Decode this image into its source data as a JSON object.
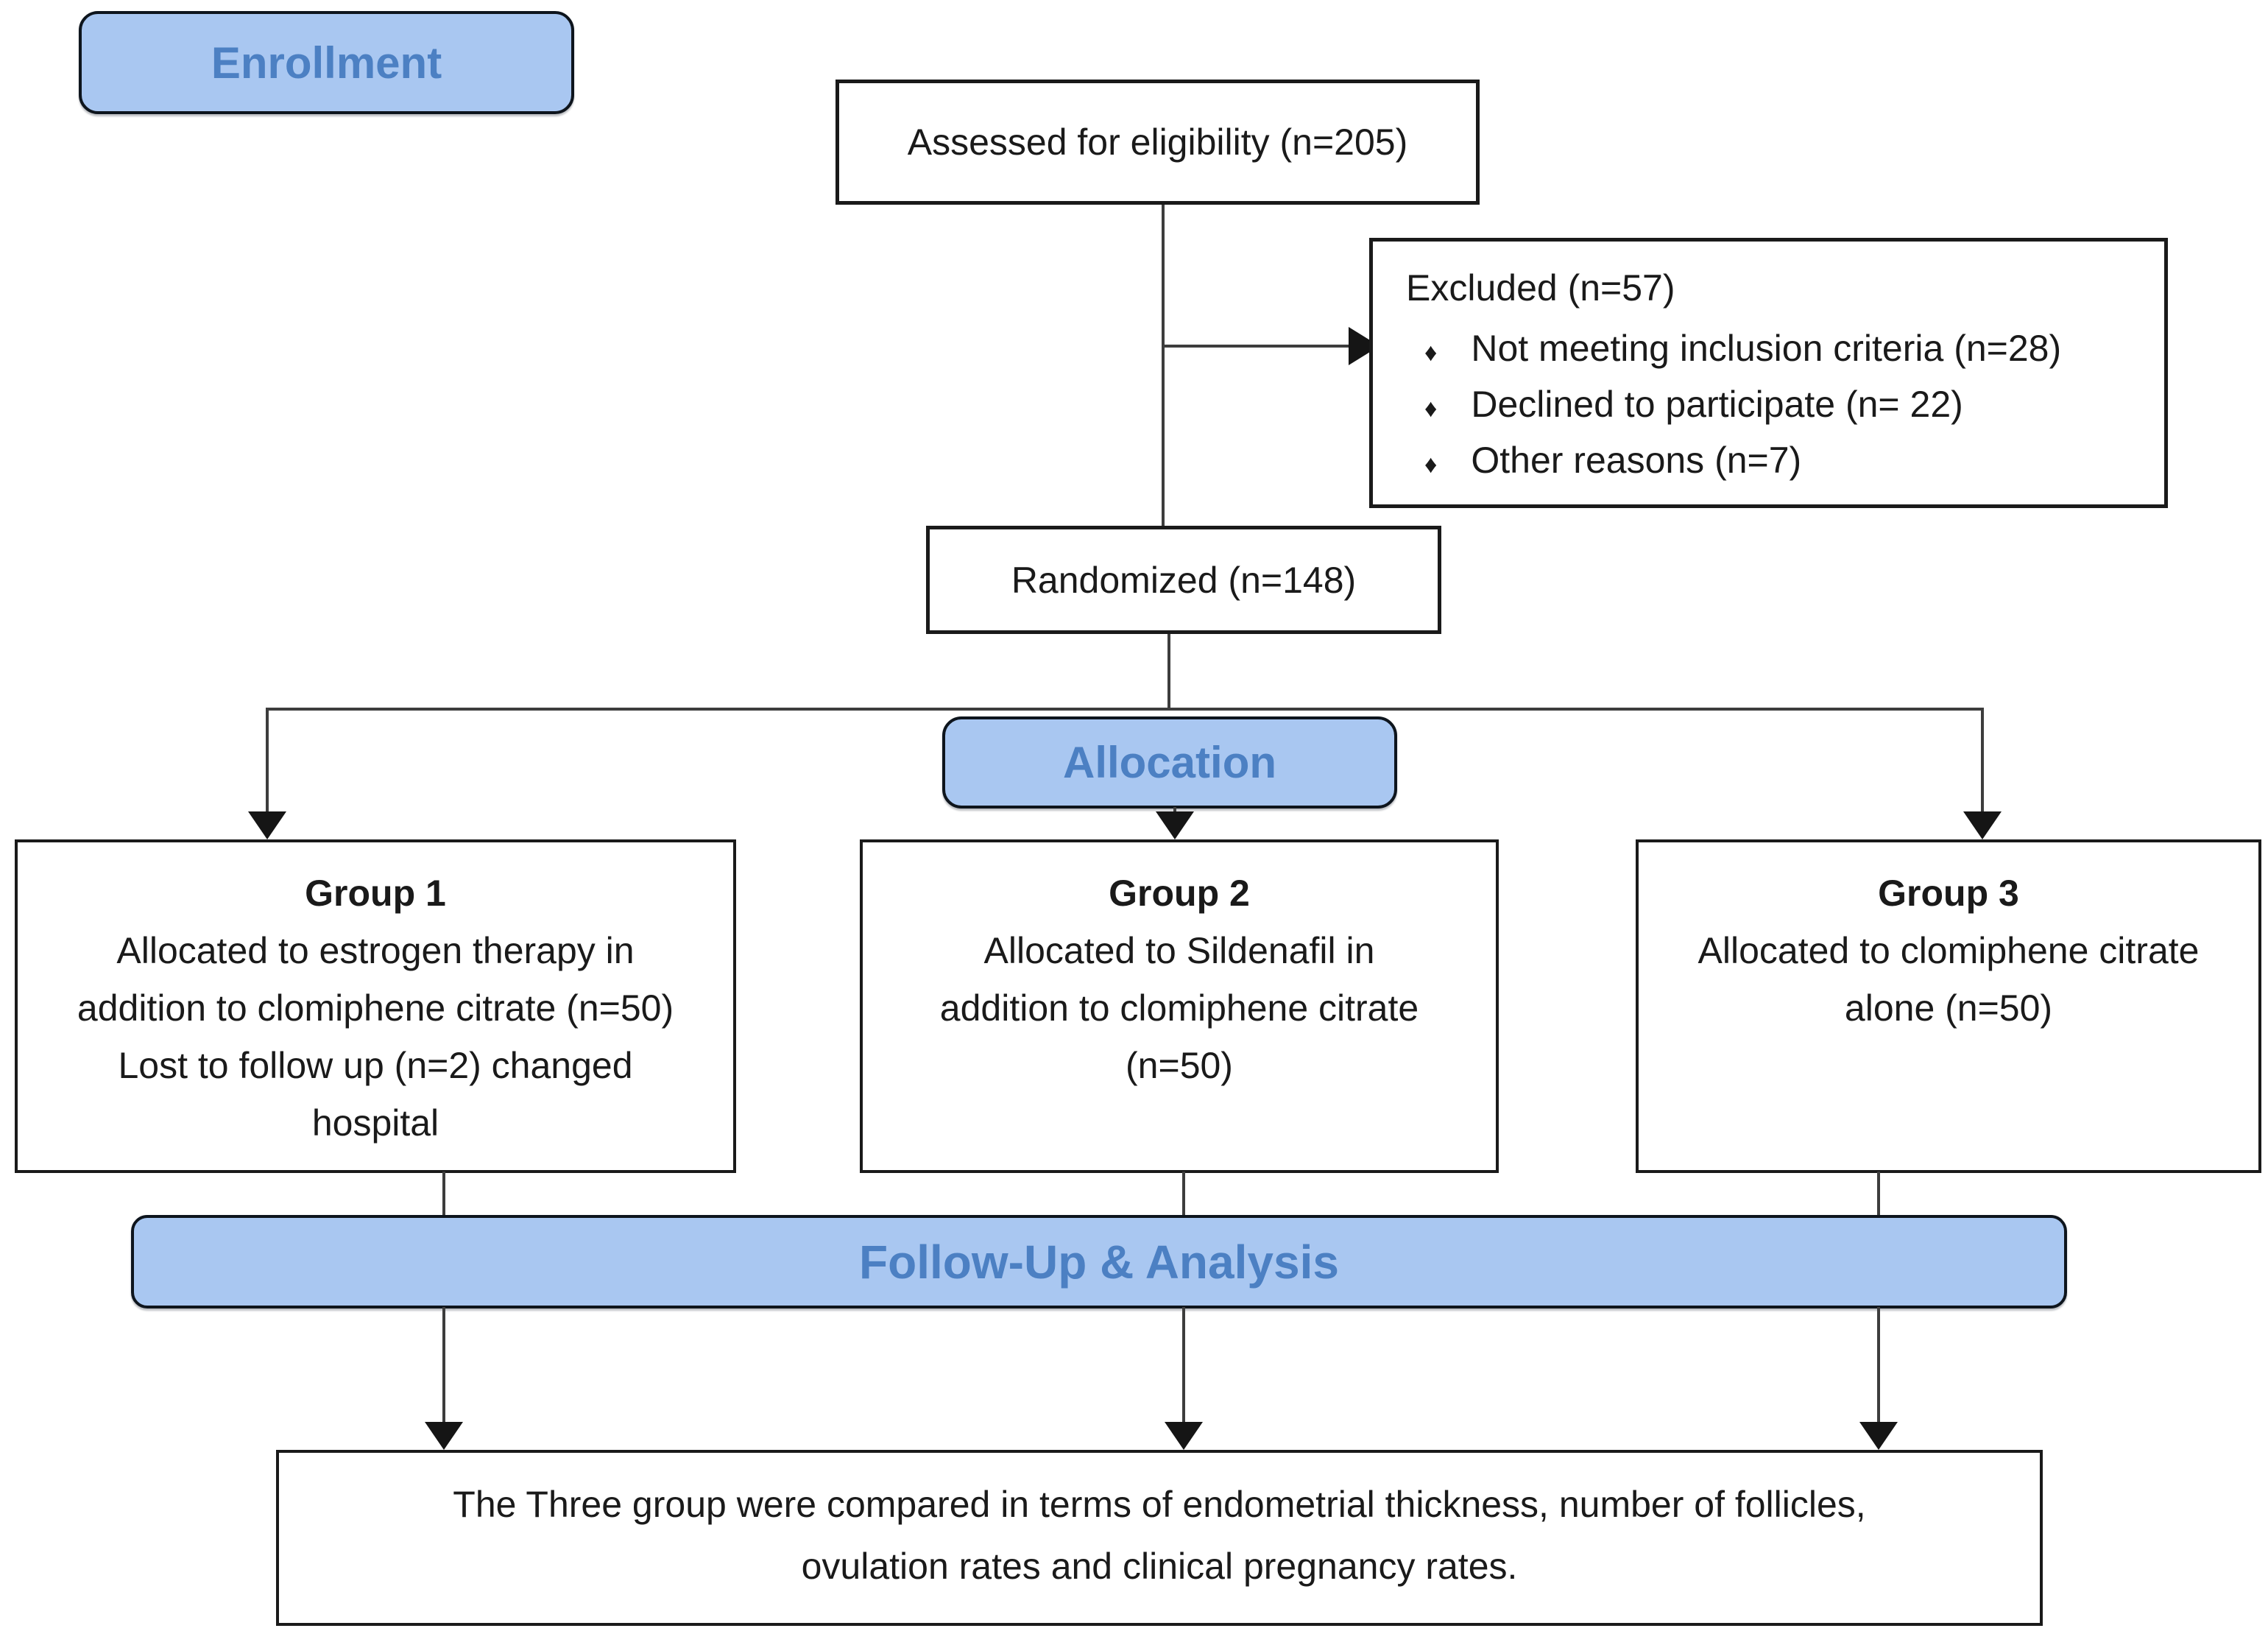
{
  "palette": {
    "stage_fill": "#a9c7f1",
    "stage_text": "#4c80c3",
    "stage_border": "#0e151d",
    "box_border": "#1a1a1a",
    "line": "#3d3d3d",
    "arrow": "#151515",
    "text": "#1a1a1a",
    "background": "#ffffff"
  },
  "stages": {
    "enrollment": "Enrollment",
    "allocation": "Allocation",
    "followup": "Follow-Up & Analysis"
  },
  "boxes": {
    "assessed": "Assessed for eligibility (n=205)",
    "excluded": {
      "title": "Excluded (n=57)",
      "bullet": "♦",
      "items": [
        "Not meeting inclusion criteria (n=28)",
        "Declined to participate (n= 22)",
        "Other reasons (n=7)"
      ]
    },
    "randomized": "Randomized (n=148)",
    "group1": {
      "title": "Group 1",
      "lines": [
        "Allocated to estrogen therapy in",
        "addition to clomiphene citrate (n=50)",
        "Lost to follow up (n=2) changed",
        "hospital"
      ]
    },
    "group2": {
      "title": "Group 2",
      "lines": [
        "Allocated to Sildenafil in",
        "addition to clomiphene citrate",
        "(n=50)"
      ]
    },
    "group3": {
      "title": "Group 3",
      "lines": [
        "Allocated to clomiphene citrate",
        "alone (n=50)"
      ]
    },
    "outcome": {
      "lines": [
        "The Three group were compared in terms of endometrial thickness, number of follicles,",
        "ovulation rates and clinical pregnancy rates."
      ]
    }
  }
}
